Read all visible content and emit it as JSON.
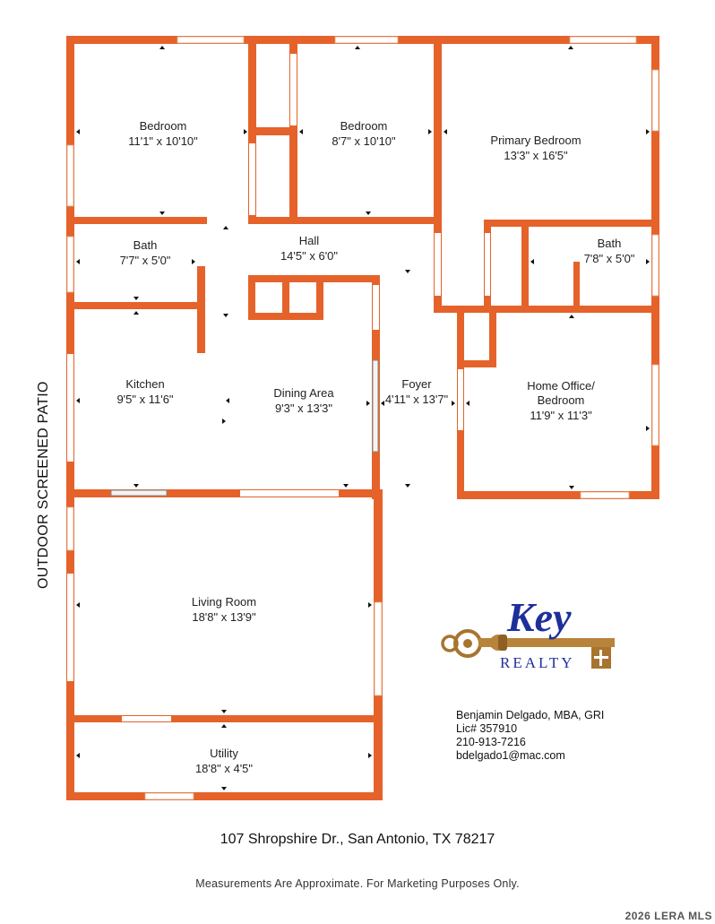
{
  "rooms": [
    {
      "name": "Bedroom",
      "size": "11'1\" x 10'10\""
    },
    {
      "name": "Bedroom",
      "size": "8'7\" x 10'10\""
    },
    {
      "name": "Primary Bedroom",
      "size": "13'3\" x 16'5\""
    },
    {
      "name": "Bath",
      "size": "7'7\" x 5'0\""
    },
    {
      "name": "Hall",
      "size": "14'5\" x 6'0\""
    },
    {
      "name": "Bath",
      "size": "7'8\" x 5'0\""
    },
    {
      "name": "Kitchen",
      "size": "9'5\" x 11'6\""
    },
    {
      "name": "Dining Area",
      "size": "9'3\" x 13'3\""
    },
    {
      "name": "Foyer",
      "size": "4'11\" x 13'7\""
    },
    {
      "name": "Home Office/",
      "name2": "Bedroom",
      "size": "11'9\" x 11'3\""
    },
    {
      "name": "Living Room",
      "size": "18'8\" x 13'9\""
    },
    {
      "name": "Utility",
      "size": "18'8\" x 4'5\""
    }
  ],
  "patio_label": "OUTDOOR SCREENED PATIO",
  "logo": {
    "word": "Key",
    "sub": "REALTY"
  },
  "agent": {
    "name": "Benjamin Delgado, MBA, GRI",
    "license": "Lic# 357910",
    "phone": "210-913-7216",
    "email": "bdelgado1@mac.com"
  },
  "address": "107 Shropshire Dr., San Antonio, TX 78217",
  "disclaimer": "Measurements Are Approximate. For Marketing Purposes Only.",
  "watermark": "2026 LERA MLS",
  "colors": {
    "wall": "#e5622a",
    "logo_blue": "#1f2f9a",
    "logo_gold": "#a8742e"
  }
}
